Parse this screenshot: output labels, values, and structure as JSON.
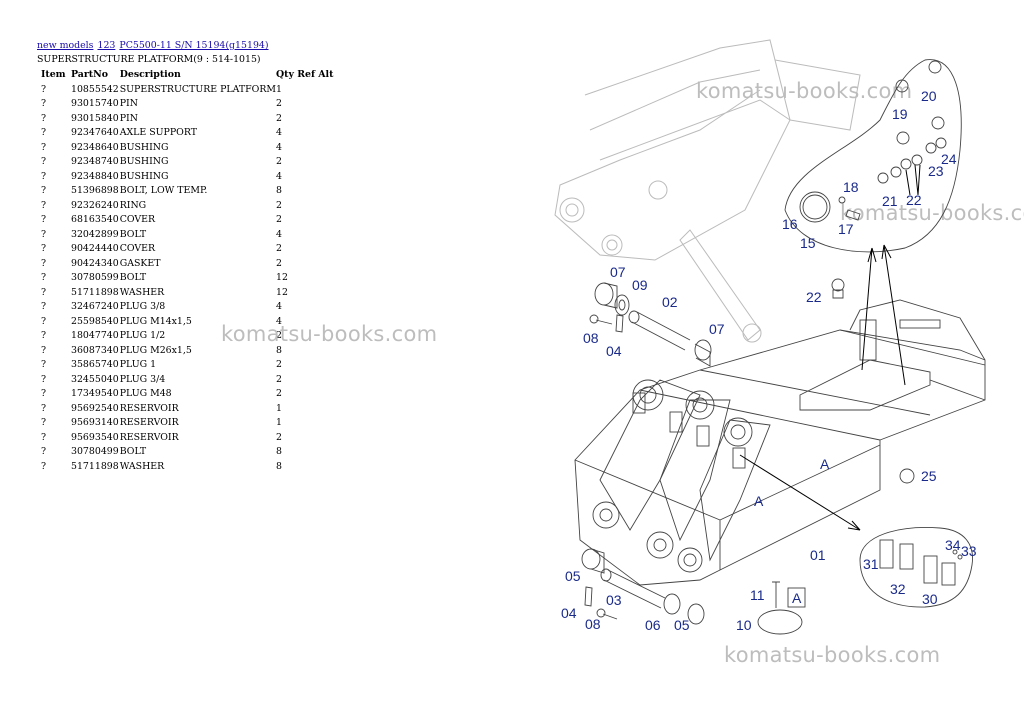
{
  "breadcrumb": {
    "links": [
      "new models",
      "123",
      "PC5500-11 S/N 15194(g15194)"
    ]
  },
  "page_title": "SUPERSTRUCTURE PLATFORM(9 : 514-1015)",
  "table": {
    "headers": {
      "item": "Item",
      "partno": "PartNo",
      "description": "Description",
      "qty_ref_alt": "Qty Ref Alt"
    },
    "rows": [
      {
        "item": "?",
        "partno": "10855542",
        "description": "SUPERSTRUCTURE PLATFORM",
        "qty": "1"
      },
      {
        "item": "?",
        "partno": "93015740",
        "description": "PIN",
        "qty": "2"
      },
      {
        "item": "?",
        "partno": "93015840",
        "description": "PIN",
        "qty": "2"
      },
      {
        "item": "?",
        "partno": "92347640",
        "description": "AXLE SUPPORT",
        "qty": "4"
      },
      {
        "item": "?",
        "partno": "92348640",
        "description": "BUSHING",
        "qty": "4"
      },
      {
        "item": "?",
        "partno": "92348740",
        "description": "BUSHING",
        "qty": "2"
      },
      {
        "item": "?",
        "partno": "92348840",
        "description": "BUSHING",
        "qty": "4"
      },
      {
        "item": "?",
        "partno": "51396898",
        "description": "BOLT, LOW TEMP.",
        "qty": "8"
      },
      {
        "item": "?",
        "partno": "92326240",
        "description": "RING",
        "qty": "2"
      },
      {
        "item": "?",
        "partno": "68163540",
        "description": "COVER",
        "qty": "2"
      },
      {
        "item": "?",
        "partno": "32042899",
        "description": "BOLT",
        "qty": "4"
      },
      {
        "item": "?",
        "partno": "90424440",
        "description": "COVER",
        "qty": "2"
      },
      {
        "item": "?",
        "partno": "90424340",
        "description": "GASKET",
        "qty": "2"
      },
      {
        "item": "?",
        "partno": "30780599",
        "description": "BOLT",
        "qty": "12"
      },
      {
        "item": "?",
        "partno": "51711898",
        "description": "WASHER",
        "qty": "12"
      },
      {
        "item": "?",
        "partno": "32467240",
        "description": "PLUG 3/8",
        "qty": "4"
      },
      {
        "item": "?",
        "partno": "25598540",
        "description": "PLUG M14x1,5",
        "qty": "4"
      },
      {
        "item": "?",
        "partno": "18047740",
        "description": "PLUG 1/2",
        "qty": "2"
      },
      {
        "item": "?",
        "partno": "36087340",
        "description": "PLUG M26x1,5",
        "qty": "8"
      },
      {
        "item": "?",
        "partno": "35865740",
        "description": "PLUG 1",
        "qty": "2"
      },
      {
        "item": "?",
        "partno": "32455040",
        "description": "PLUG 3/4",
        "qty": "2"
      },
      {
        "item": "?",
        "partno": "17349540",
        "description": "PLUG M48",
        "qty": "2"
      },
      {
        "item": "?",
        "partno": "95692540",
        "description": "RESERVOIR",
        "qty": "1"
      },
      {
        "item": "?",
        "partno": "95693140",
        "description": "RESERVOIR",
        "qty": "1"
      },
      {
        "item": "?",
        "partno": "95693540",
        "description": "RESERVOIR",
        "qty": "2"
      },
      {
        "item": "?",
        "partno": "30780499",
        "description": "BOLT",
        "qty": "8"
      },
      {
        "item": "?",
        "partno": "51711898",
        "description": "WASHER",
        "qty": "8"
      }
    ]
  },
  "watermark": "komatsu-books.com",
  "diagram_labels": {
    "l07a": "07",
    "l09": "09",
    "l02": "02",
    "l07b": "07",
    "l08a": "08",
    "l04a": "04",
    "l20": "20",
    "l19": "19",
    "l24": "24",
    "l23": "23",
    "l21": "21",
    "l22a": "22",
    "l18": "18",
    "l16": "16",
    "l17": "17",
    "l15": "15",
    "l22b": "22",
    "l25": "25",
    "lAa": "A",
    "lAb": "A",
    "l01": "01",
    "l31": "31",
    "l32": "32",
    "l30": "30",
    "l34": "34",
    "l33": "33",
    "l05a": "05",
    "l03": "03",
    "l04b": "04",
    "l08b": "08",
    "l06": "06",
    "l05b": "05",
    "l11": "11",
    "lAc": "A",
    "l10": "10"
  },
  "colors": {
    "link": "#1a0dab",
    "callout": "#1a2a8a",
    "watermark": "#bdbdbd"
  }
}
